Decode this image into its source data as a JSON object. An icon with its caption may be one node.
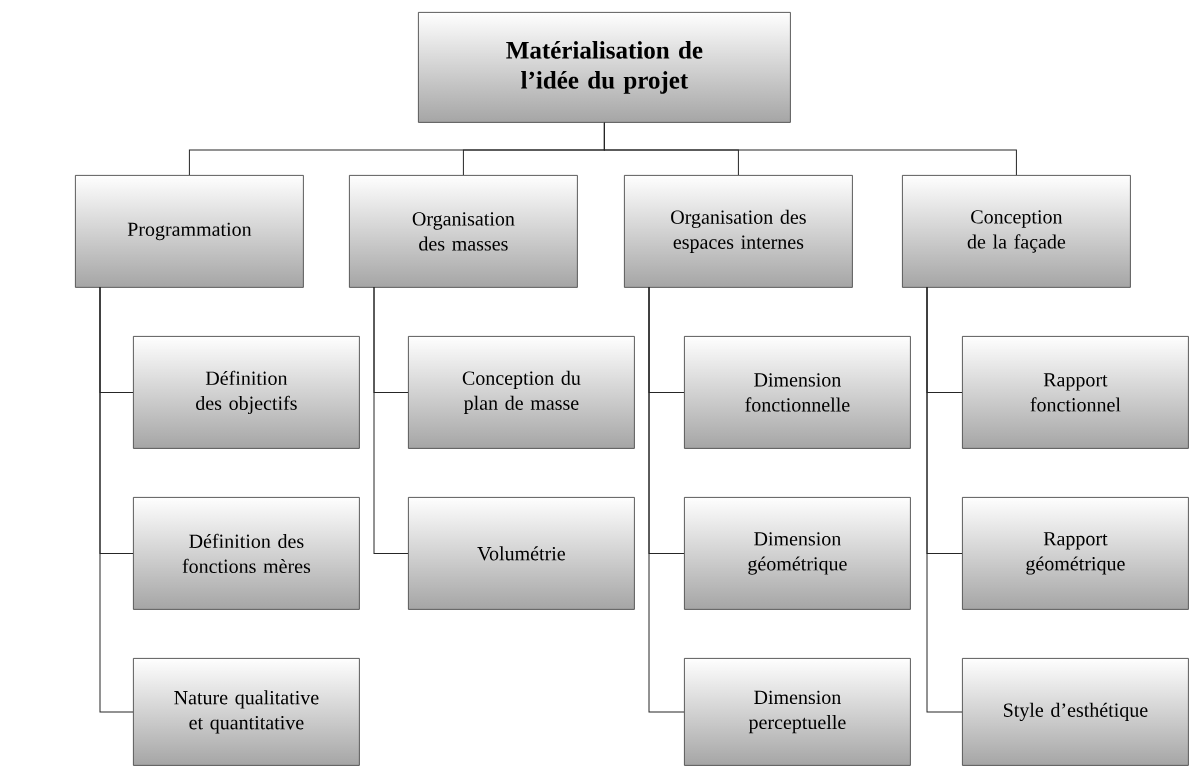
{
  "diagram": {
    "nodes": [
      {
        "text": [
          "Matérialisation de l’idée du projet"
        ]
      },
      {
        "text": [
          "Programmation"
        ]
      },
      {
        "text": [
          "Organisation des masses"
        ]
      },
      {
        "text": [
          "Organisation des espaces internes"
        ]
      },
      {
        "text": [
          "Conception de la façade"
        ]
      },
      {
        "text": [
          "Définition des objectifs"
        ]
      },
      {
        "text": [
          "Définition des fonctions mères"
        ]
      },
      {
        "text": [
          "Nature qualitative et quantitative"
        ]
      },
      {
        "text": [
          "Conception du plan de masse"
        ]
      },
      {
        "text": [
          "Volumétrie"
        ]
      },
      {
        "text": [
          "Dimension fonctionnelle"
        ]
      },
      {
        "text": [
          "Dimension géométrique"
        ]
      },
      {
        "text": [
          "Dimension perceptuelle"
        ]
      },
      {
        "text": [
          "Rapport fonctionnel"
        ]
      },
      {
        "text": [
          "Rapport géométrique"
        ]
      },
      {
        "text": [
          "Style d’esthétique"
        ]
      }
    ],
    "edges": [
      {
        "from": 0,
        "to": 1,
        "arrow": "none"
      },
      {
        "from": 0,
        "to": 2,
        "arrow": "none"
      },
      {
        "from": 0,
        "to": 3,
        "arrow": "none"
      },
      {
        "from": 0,
        "to": 4,
        "arrow": "none"
      },
      {
        "from": 1,
        "to": 5,
        "arrow": "none"
      },
      {
        "from": 1,
        "to": 6,
        "arrow": "none"
      },
      {
        "from": 1,
        "to": 7,
        "arrow": "none"
      },
      {
        "from": 2,
        "to": 8,
        "arrow": "none"
      },
      {
        "from": 2,
        "to": 9,
        "arrow": "none"
      },
      {
        "from": 3,
        "to": 10,
        "arrow": "none"
      },
      {
        "from": 3,
        "to": 11,
        "arrow": "none"
      },
      {
        "from": 3,
        "to": 12,
        "arrow": "none"
      },
      {
        "from": 4,
        "to": 13,
        "arrow": "none"
      },
      {
        "from": 4,
        "to": 14,
        "arrow": "none"
      },
      {
        "from": 4,
        "to": 15,
        "arrow": "none"
      }
    ]
  }
}
